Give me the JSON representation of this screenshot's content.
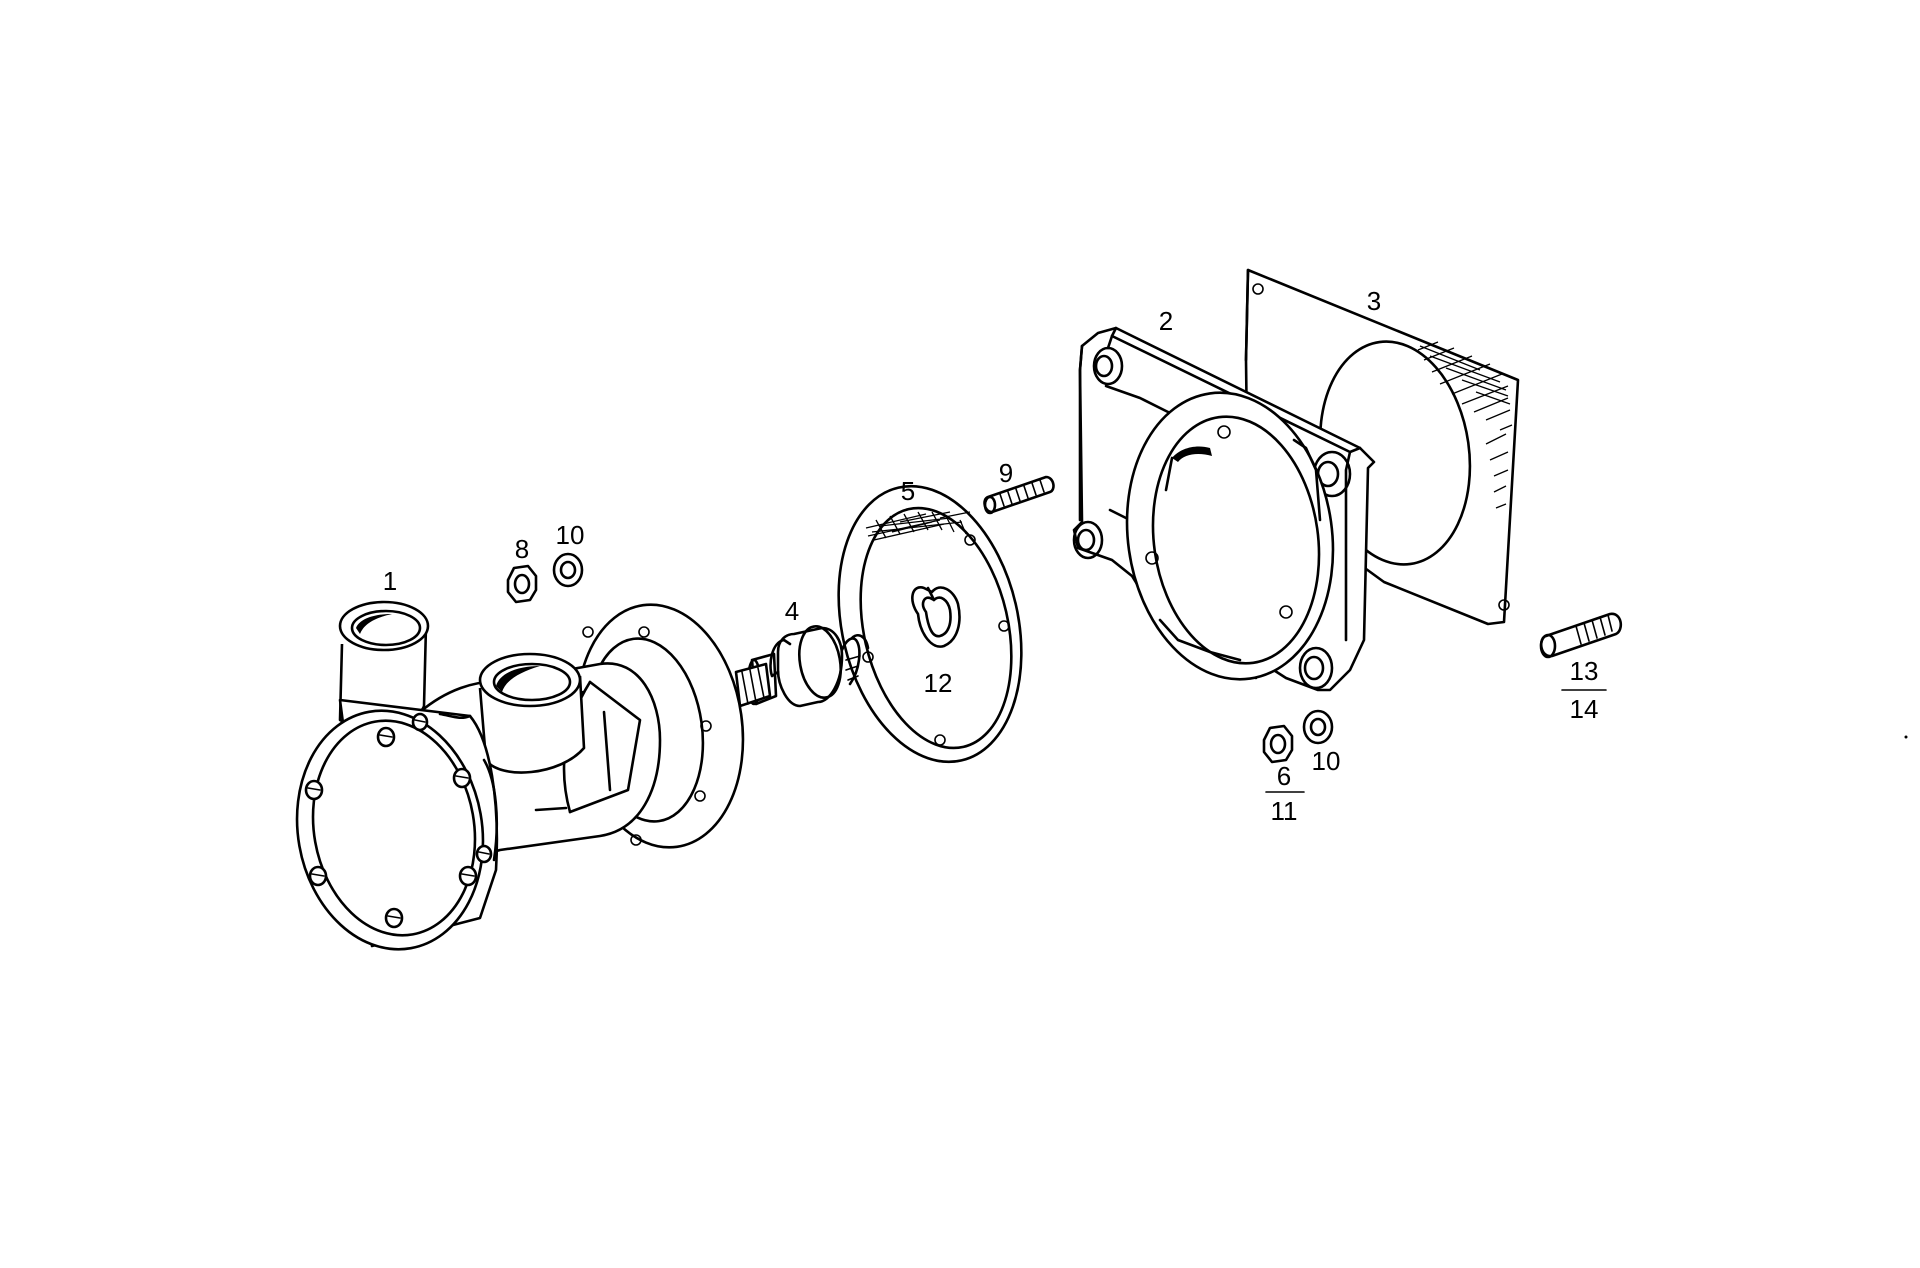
{
  "diagram": {
    "parts": [
      {
        "id": "pump-housing",
        "label": "1"
      },
      {
        "id": "mounting-flange",
        "label": "2"
      },
      {
        "id": "flange-gasket",
        "label": "3"
      },
      {
        "id": "shaft-seal",
        "label": "4"
      },
      {
        "id": "cover-plate",
        "label": "5"
      },
      {
        "id": "stud-nut",
        "label": "6",
        "alt_label": "11"
      },
      {
        "id": "nut",
        "label": "8"
      },
      {
        "id": "stud",
        "label": "9"
      },
      {
        "id": "washer-upper",
        "label": "10"
      },
      {
        "id": "washer-lower",
        "label": "10"
      },
      {
        "id": "key",
        "label": "12"
      },
      {
        "id": "long-stud",
        "label": "13",
        "alt_label": "14"
      }
    ]
  }
}
